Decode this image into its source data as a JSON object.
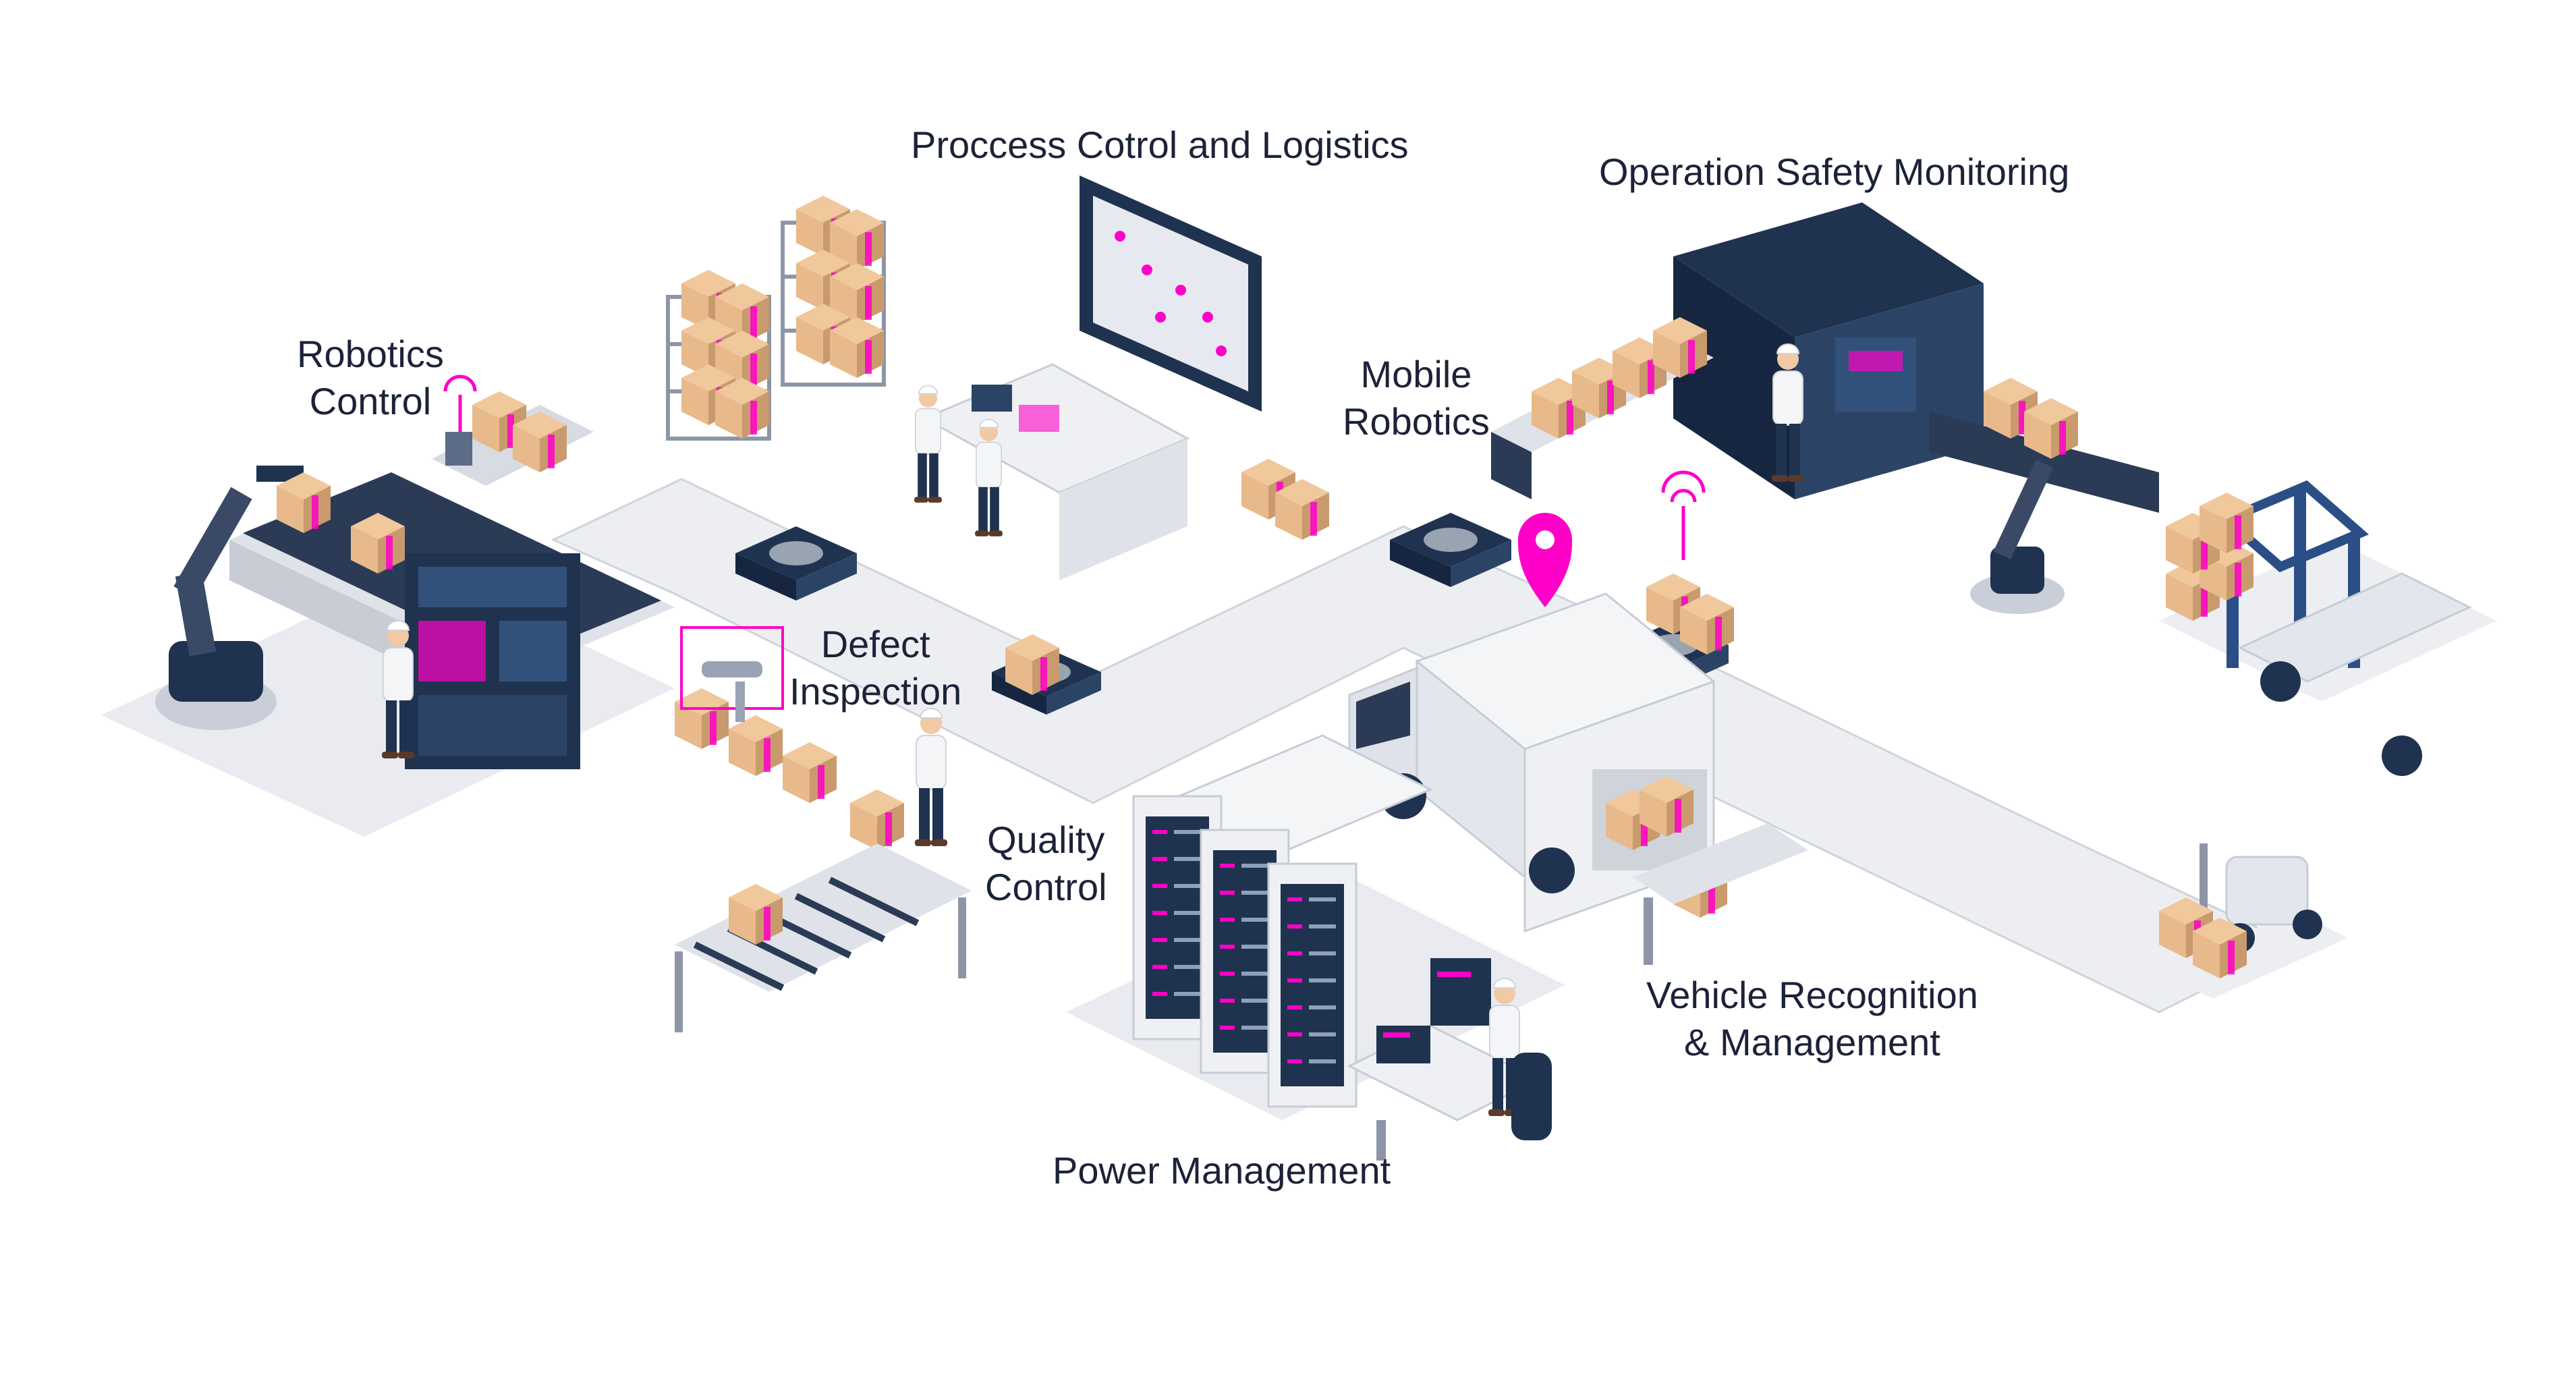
{
  "labels": {
    "process_control": "Proccess Cotrol and Logistics",
    "operation_safety": "Operation Safety Monitoring",
    "robotics_control": [
      "Robotics",
      "Control"
    ],
    "mobile_robotics": [
      "Mobile",
      "Robotics"
    ],
    "defect_inspection": [
      "Defect",
      "Inspection"
    ],
    "quality_control": [
      "Quality",
      "Control"
    ],
    "vehicle_recognition": [
      "Vehicle Recognition",
      "& Management"
    ],
    "power_management": "Power Management"
  },
  "colors": {
    "floor": "#eceef2",
    "floor_edge": "#cfd3db",
    "navy": "#1f3350",
    "navy_dark": "#162640",
    "accent": "#ff00c8",
    "box": "#e8b98a",
    "box_dark": "#c99a6d",
    "label_text": "#1c2338"
  },
  "icons": [
    "robot-arm-icon",
    "conveyor-icon",
    "cardboard-box-icon",
    "shelf-icon",
    "map-screen-icon",
    "agv-robot-icon",
    "truck-icon",
    "location-pin-icon",
    "server-rack-icon",
    "workstation-icon",
    "forklift-icon",
    "camera-icon",
    "wifi-icon",
    "worker-icon"
  ]
}
